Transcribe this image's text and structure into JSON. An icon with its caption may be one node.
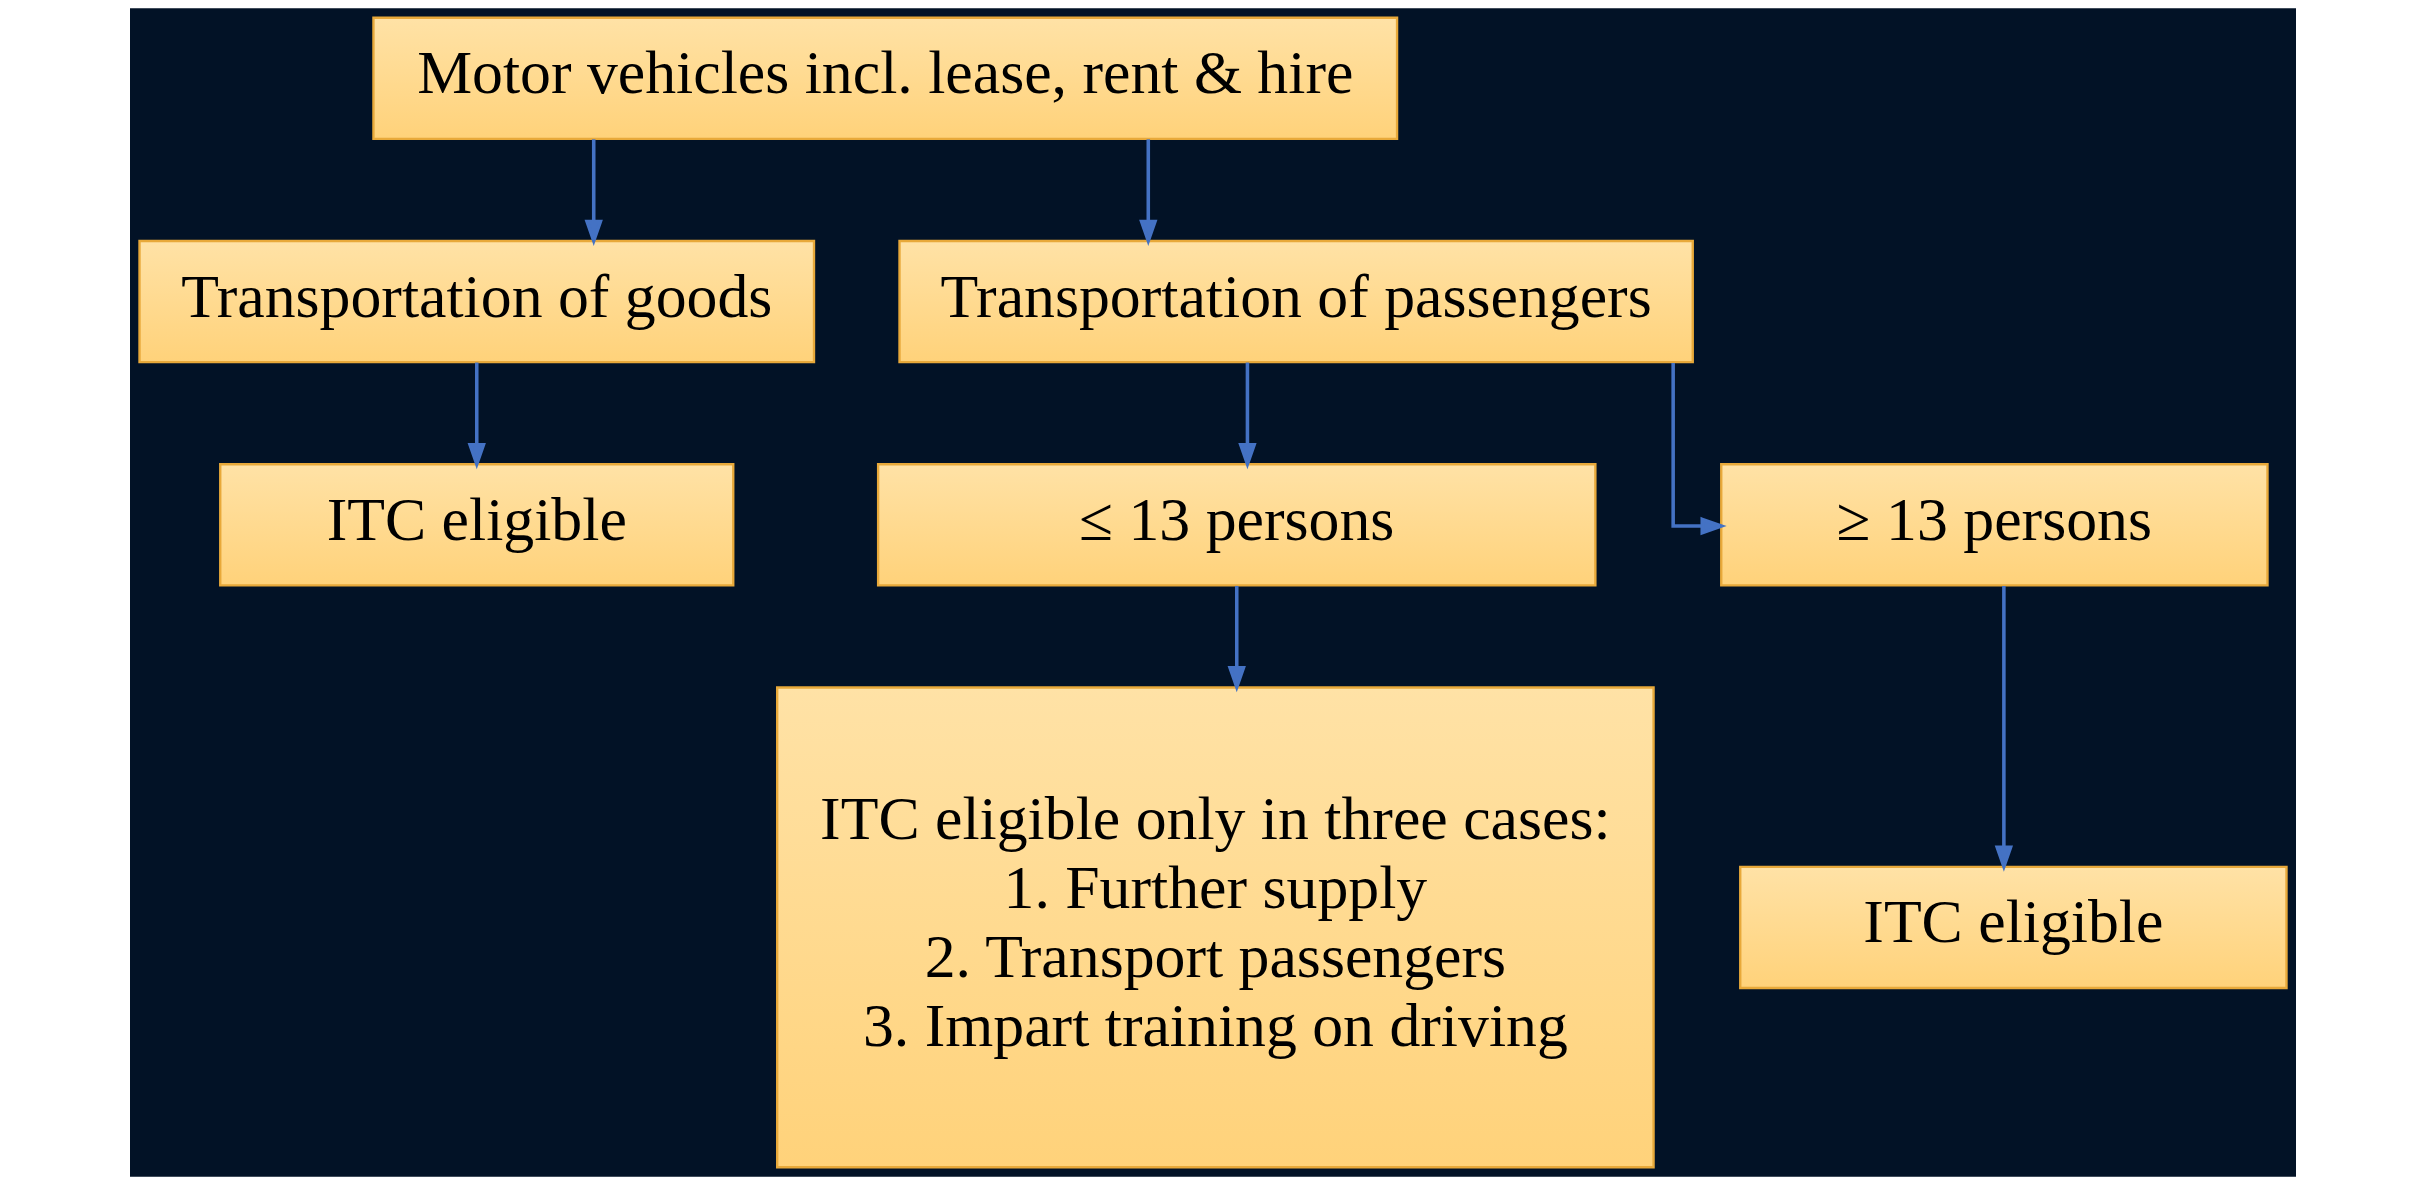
{
  "diagram": {
    "nodes": [
      {
        "text": [
          "Motor vehicles incl. lease, rent & hire"
        ]
      },
      {
        "text": [
          "Transportation of goods"
        ]
      },
      {
        "text": [
          "Transportation of passengers"
        ]
      },
      {
        "text": [
          "ITC eligible"
        ]
      },
      {
        "text": [
          "≤ 13 persons"
        ]
      },
      {
        "text": [
          "≥ 13 persons"
        ]
      },
      {
        "text": [
          "ITC eligible only in three cases:",
          "1. Further supply",
          "2. Transport passengers",
          "3. Impart training on driving"
        ]
      },
      {
        "text": [
          "ITC eligible"
        ]
      }
    ],
    "edges": [
      {
        "from": 0,
        "to": 1,
        "arrow": "to"
      },
      {
        "from": 0,
        "to": 2,
        "arrow": "to"
      },
      {
        "from": 1,
        "to": 3,
        "arrow": "to"
      },
      {
        "from": 2,
        "to": 4,
        "arrow": "to"
      },
      {
        "from": 2,
        "to": 5,
        "arrow": "to"
      },
      {
        "from": 4,
        "to": 6,
        "arrow": "to"
      },
      {
        "from": 5,
        "to": 7,
        "arrow": "to"
      }
    ]
  }
}
